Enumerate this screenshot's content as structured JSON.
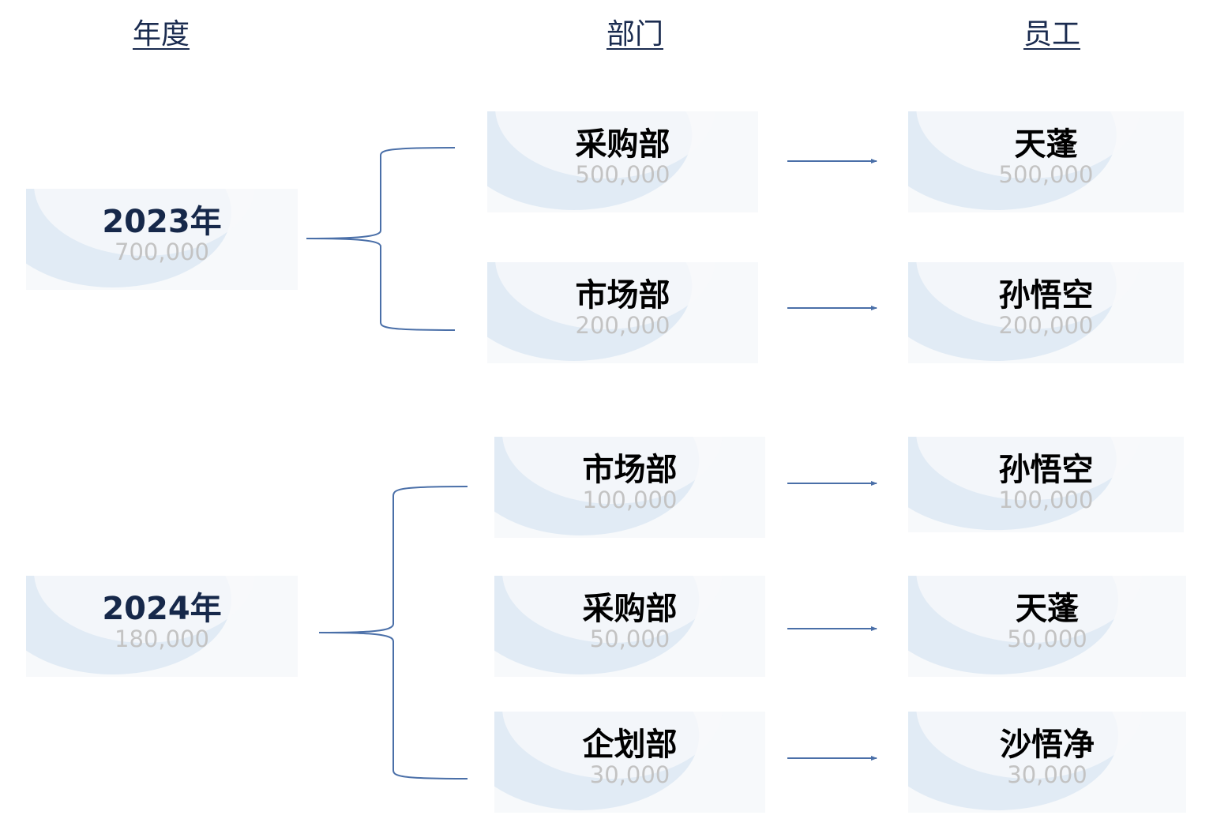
{
  "headers": {
    "year": "年度",
    "department": "部门",
    "employee": "员工"
  },
  "colors": {
    "header_text": "#1a2b4f",
    "year_text": "#16284a",
    "value_text": "#c3c3c3",
    "connector": "#4a6fa8",
    "card_bg": "#f7f9fb",
    "card_wave": "#cfe0f0"
  },
  "groups": [
    {
      "year": {
        "label": "2023年",
        "value": "700,000"
      },
      "rows": [
        {
          "department": "采购部",
          "dept_value": "500,000",
          "employee": "天蓬",
          "emp_value": "500,000"
        },
        {
          "department": "市场部",
          "dept_value": "200,000",
          "employee": "孙悟空",
          "emp_value": "200,000"
        }
      ]
    },
    {
      "year": {
        "label": "2024年",
        "value": "180,000"
      },
      "rows": [
        {
          "department": "市场部",
          "dept_value": "100,000",
          "employee": "孙悟空",
          "emp_value": "100,000"
        },
        {
          "department": "采购部",
          "dept_value": "50,000",
          "employee": "天蓬",
          "emp_value": "50,000"
        },
        {
          "department": "企划部",
          "dept_value": "30,000",
          "employee": "沙悟净",
          "emp_value": "30,000"
        }
      ]
    }
  ]
}
